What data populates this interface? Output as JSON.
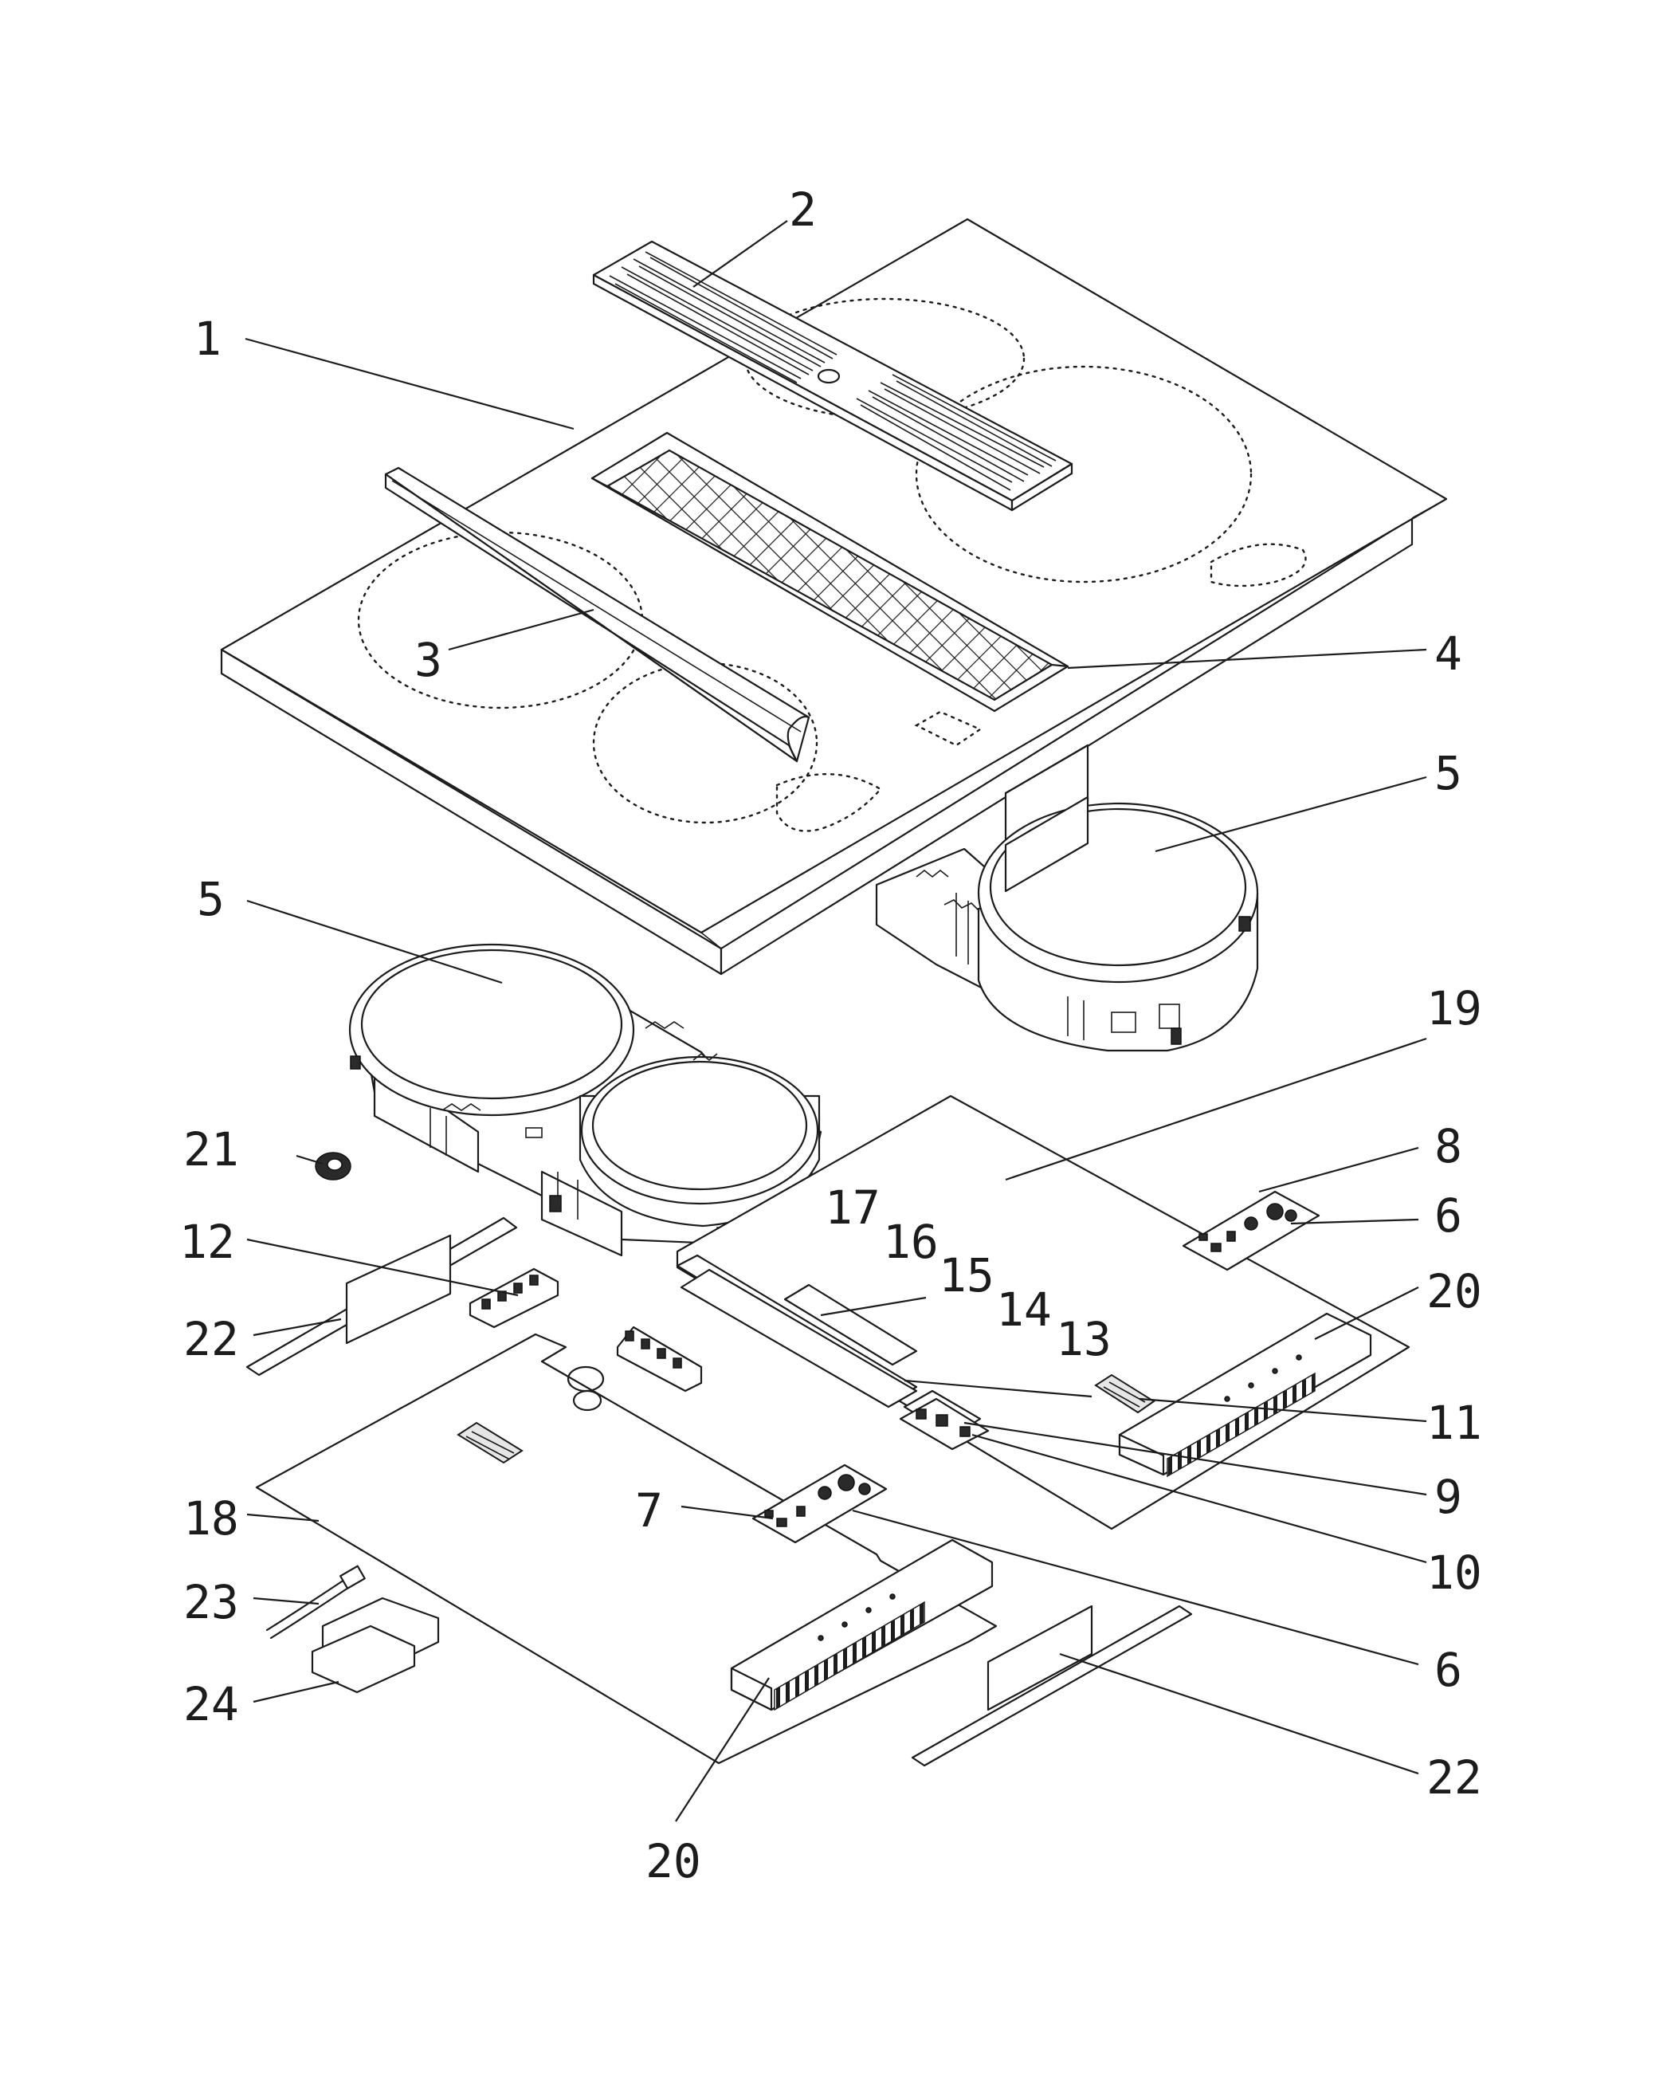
{
  "diagram": {
    "labels": [
      {
        "key": "l1",
        "text": "1"
      },
      {
        "key": "l2",
        "text": "2"
      },
      {
        "key": "l3",
        "text": "3"
      },
      {
        "key": "l4",
        "text": "4"
      },
      {
        "key": "l5a",
        "text": "5"
      },
      {
        "key": "l5b",
        "text": "5"
      },
      {
        "key": "l6a",
        "text": "6"
      },
      {
        "key": "l6b",
        "text": "6"
      },
      {
        "key": "l7",
        "text": "7"
      },
      {
        "key": "l8",
        "text": "8"
      },
      {
        "key": "l9",
        "text": "9"
      },
      {
        "key": "l10",
        "text": "10"
      },
      {
        "key": "l11",
        "text": "11"
      },
      {
        "key": "l12",
        "text": "12"
      },
      {
        "key": "l13",
        "text": "13"
      },
      {
        "key": "l14",
        "text": "14"
      },
      {
        "key": "l15",
        "text": "15"
      },
      {
        "key": "l16",
        "text": "16"
      },
      {
        "key": "l17",
        "text": "17"
      },
      {
        "key": "l18",
        "text": "18"
      },
      {
        "key": "l19",
        "text": "19"
      },
      {
        "key": "l20a",
        "text": "20"
      },
      {
        "key": "l20b",
        "text": "20"
      },
      {
        "key": "l21",
        "text": "21"
      },
      {
        "key": "l22a",
        "text": "22"
      },
      {
        "key": "l22b",
        "text": "22"
      },
      {
        "key": "l23",
        "text": "23"
      },
      {
        "key": "l24",
        "text": "24"
      }
    ]
  }
}
